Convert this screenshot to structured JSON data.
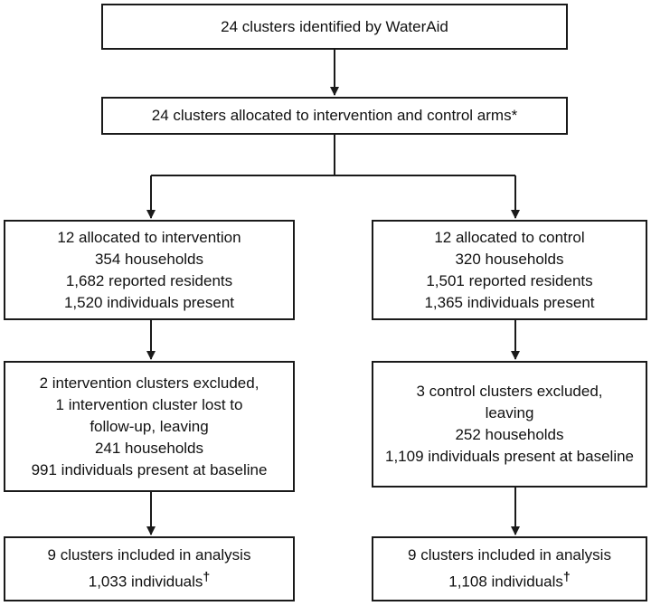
{
  "boxes": {
    "identified": {
      "lines": [
        "24 clusters identified by WaterAid"
      ]
    },
    "allocated": {
      "lines": [
        "24 clusters allocated to intervention and control arms*"
      ]
    },
    "intervention": {
      "lines": [
        "12 allocated to intervention",
        "354 households",
        "1,682 reported residents",
        "1,520 individuals present"
      ]
    },
    "control": {
      "lines": [
        "12 allocated to control",
        "320 households",
        "1,501 reported residents",
        "1,365 individuals present"
      ]
    },
    "intervention_excluded": {
      "lines": [
        "2 intervention clusters excluded,",
        "1 intervention cluster lost to",
        "follow-up, leaving",
        "241 households",
        "991 individuals present at baseline"
      ]
    },
    "control_excluded": {
      "lines": [
        "3 control clusters excluded,",
        "leaving",
        "252 households",
        "1,109 individuals present at baseline"
      ]
    },
    "intervention_analysis": {
      "line1": "9 clusters included in analysis",
      "line2": "1,033 individuals",
      "mark": "†"
    },
    "control_analysis": {
      "line1": "9 clusters included in analysis",
      "line2": "1,108 individuals",
      "mark": "†"
    }
  }
}
